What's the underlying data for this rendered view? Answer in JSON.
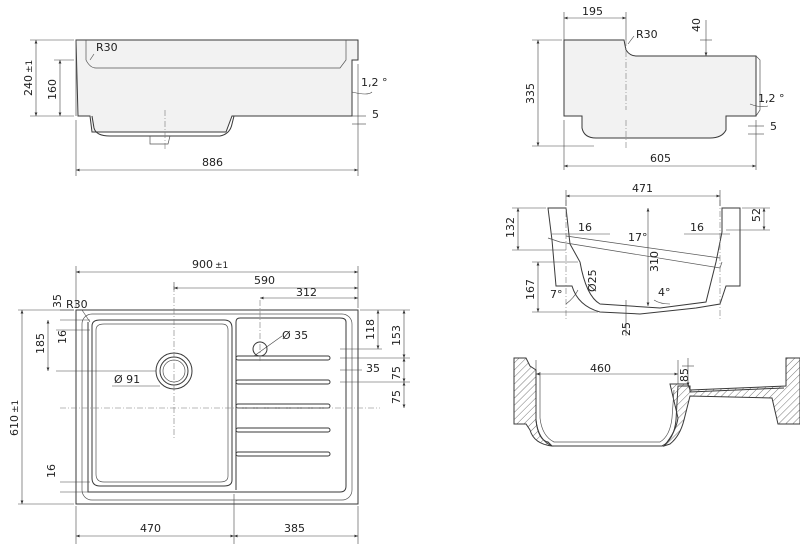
{
  "drawing": {
    "front_view": {
      "radius": "R30",
      "height_total": "240",
      "height_total_tol": "±1",
      "height_body": "160",
      "angle": "1,2 °",
      "offset": "5",
      "width": "886"
    },
    "side_view": {
      "top_width": "195",
      "radius": "R30",
      "depth_notch": "40",
      "height": "335",
      "angle": "1,2 °",
      "offset": "5",
      "width": "605"
    },
    "top_view": {
      "width_total": "900",
      "width_total_tol": "±1",
      "width_drain": "590",
      "width_hole": "312",
      "dim_35": "35",
      "radius": "R30",
      "dim_185": "185",
      "dim_16_top": "16",
      "hole_dia": "Ø 35",
      "drain_dia": "Ø 91",
      "dim_118": "118",
      "dim_153": "153",
      "dim_35_right": "35",
      "dim_75_a": "75",
      "dim_75_b": "75",
      "depth_total": "610",
      "depth_total_tol": "±1",
      "dim_16_bottom": "16",
      "bowl_width": "470",
      "drainer_width": "385"
    },
    "section_view": {
      "width": "471",
      "dim_52": "52",
      "dim_132": "132",
      "dim_16_left": "16",
      "dim_16_right": "16",
      "angle_17": "17°",
      "depth_310": "310",
      "dia_25": "Ø25",
      "dim_167": "167",
      "angle_7": "7°",
      "angle_4": "4°",
      "dim_25": "25"
    },
    "cross_section": {
      "bowl_width": "460",
      "depth": "85"
    }
  }
}
